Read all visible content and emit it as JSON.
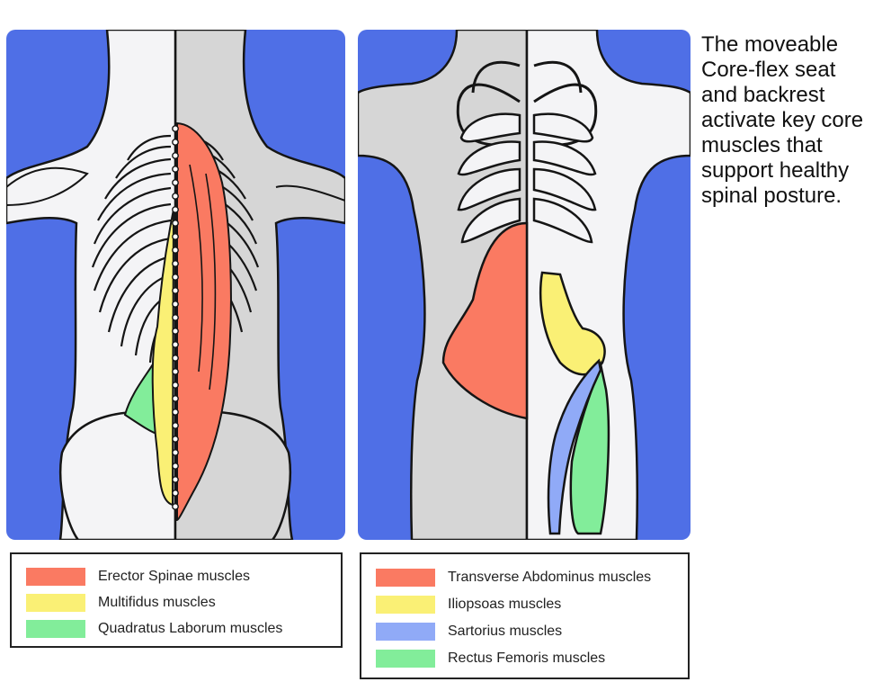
{
  "caption": {
    "lines": [
      "The moveable",
      "Core-flex seat",
      "and backrest",
      "activate key core",
      "muscles that",
      "support healthy",
      "spinal posture."
    ]
  },
  "colors": {
    "background": "#4f6fe6",
    "body_light": "#f4f4f6",
    "body_gray": "#d6d6d6",
    "outline": "#151515",
    "erector_spinae": "#fa7a62",
    "multifidus": "#faf075",
    "quadratus": "#82ed9a",
    "transverse": "#fa7a62",
    "iliopsoas": "#faf075",
    "sartorius": "#90aaf7",
    "rectus_femoris": "#82ed9a"
  },
  "legend_back": {
    "items": [
      {
        "label": "Erector Spinae muscles",
        "color": "#fa7a62"
      },
      {
        "label": "Multifidus muscles",
        "color": "#faf075"
      },
      {
        "label": "Quadratus Laborum muscles",
        "color": "#82ed9a"
      }
    ]
  },
  "legend_front": {
    "items": [
      {
        "label": "Transverse Abdominus muscles",
        "color": "#fa7a62"
      },
      {
        "label": "Iliopsoas muscles",
        "color": "#faf075"
      },
      {
        "label": "Sartorius muscles",
        "color": "#90aaf7"
      },
      {
        "label": "Rectus Femoris muscles",
        "color": "#82ed9a"
      }
    ]
  }
}
